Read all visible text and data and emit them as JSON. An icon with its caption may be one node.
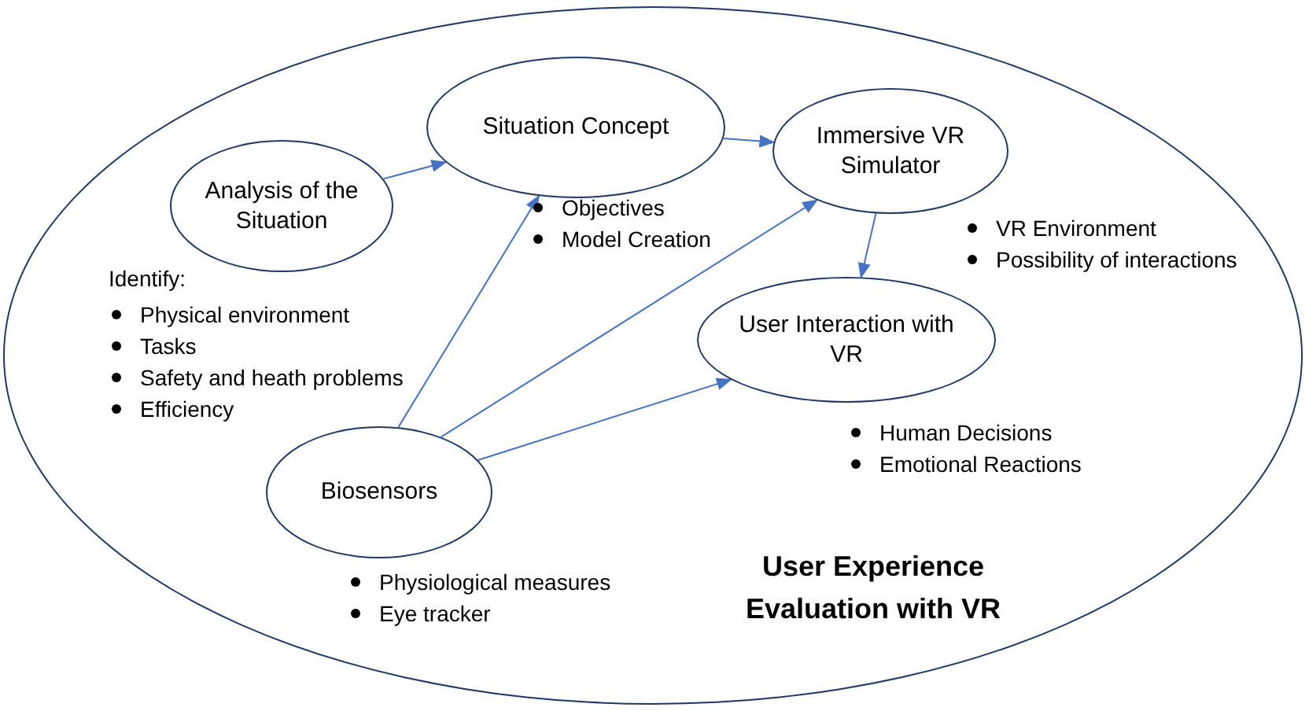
{
  "diagram": {
    "nodes": [
      {
        "text": [
          "User Experience Evaluation with VR"
        ]
      },
      {
        "text": [
          "Analysis of the Situation"
        ],
        "in": 0,
        "beside": [
          "Physical environment",
          "Tasks",
          "Safety and heath problems",
          "Efficiency"
        ]
      },
      {
        "text": [
          "Situation Concept"
        ],
        "in": 0,
        "beside": [
          "Objectives",
          "Model Creation"
        ]
      },
      {
        "text": [
          "Immersive VR Simulator"
        ],
        "in": 0,
        "beside": [
          "VR Environment",
          "Possibility of interactions"
        ]
      },
      {
        "text": [
          "User Interaction with VR"
        ],
        "in": 0,
        "beside": [
          "Human Decisions",
          "Emotional Reactions"
        ]
      },
      {
        "text": [
          "Biosensors"
        ],
        "in": 0,
        "beside": [
          "Physiological measures",
          "Eye tracker"
        ]
      }
    ],
    "edges": [
      {
        "from": 1,
        "to": 2,
        "arrow": "to"
      },
      {
        "from": 2,
        "to": 3,
        "arrow": "to"
      },
      {
        "from": 3,
        "to": 4,
        "arrow": "to"
      },
      {
        "from": 5,
        "to": 2,
        "arrow": "to"
      },
      {
        "from": 5,
        "to": 3,
        "arrow": "to"
      },
      {
        "from": 5,
        "to": 4,
        "arrow": "to"
      }
    ],
    "labels": [
      "Identify:"
    ]
  }
}
